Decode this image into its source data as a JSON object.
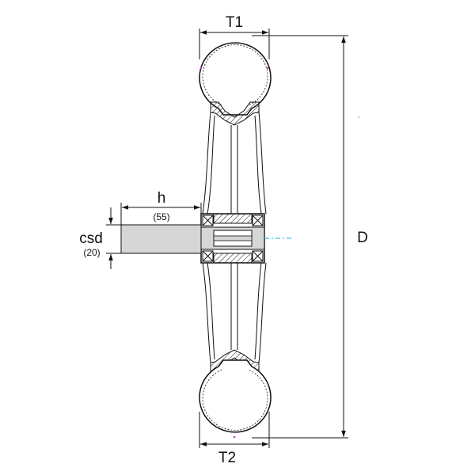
{
  "labels": {
    "t1": "T1",
    "t2": "T2",
    "d": "D",
    "h": "h",
    "h_value": "(55)",
    "csd": "csd",
    "csd_value": "(20)"
  },
  "colors": {
    "line": "#111111",
    "shaft_fill": "#d6d6d6",
    "centerline": "#00b8d4",
    "tire_dots": "#c040c0"
  }
}
